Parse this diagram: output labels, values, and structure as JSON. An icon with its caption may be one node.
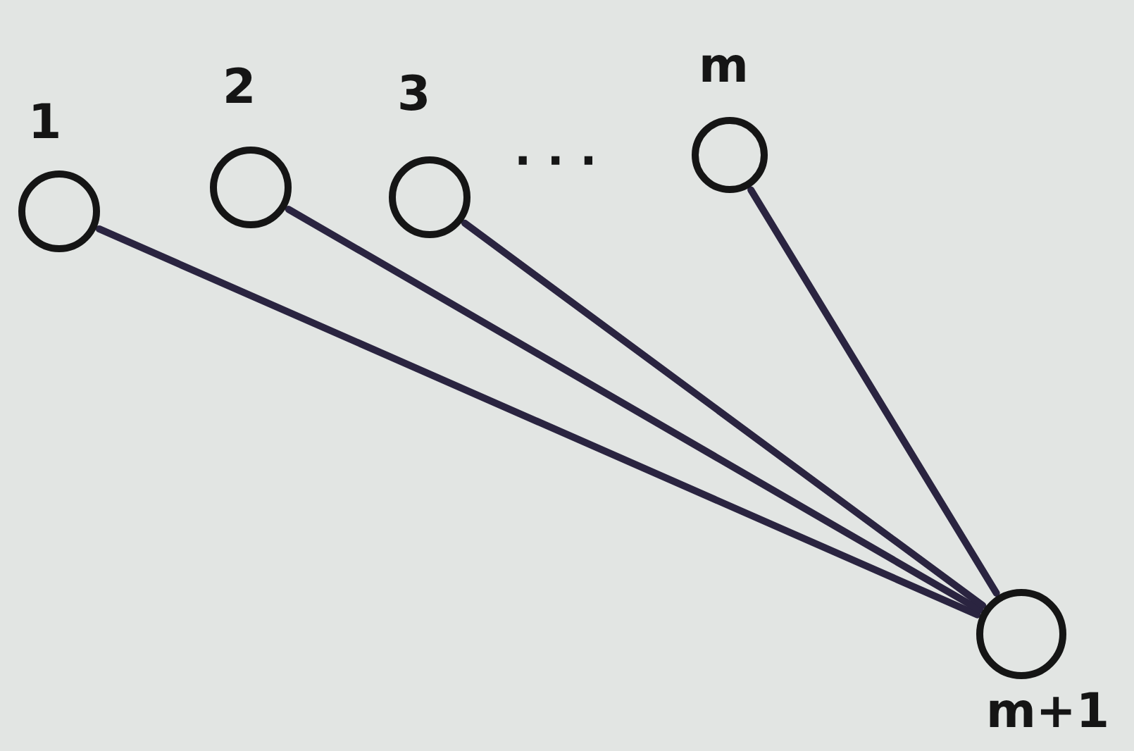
{
  "diagram": {
    "nodes": [
      {
        "text": [],
        "shape": "circle",
        "beside": [
          "1"
        ]
      },
      {
        "text": [],
        "shape": "circle",
        "beside": [
          "2"
        ]
      },
      {
        "text": [],
        "shape": "circle",
        "beside": [
          "3"
        ]
      },
      {
        "text": [],
        "shape": "circle",
        "beside": [
          "m"
        ]
      },
      {
        "text": [],
        "shape": "circle",
        "beside": [
          "m+1"
        ]
      }
    ],
    "edges": [
      {
        "from": 0,
        "to": 4,
        "arrow": "none"
      },
      {
        "from": 1,
        "to": 4,
        "arrow": "none"
      },
      {
        "from": 2,
        "to": 4,
        "arrow": "none"
      },
      {
        "from": 3,
        "to": 4,
        "arrow": "none"
      }
    ],
    "labels": [
      "· · ·"
    ]
  }
}
